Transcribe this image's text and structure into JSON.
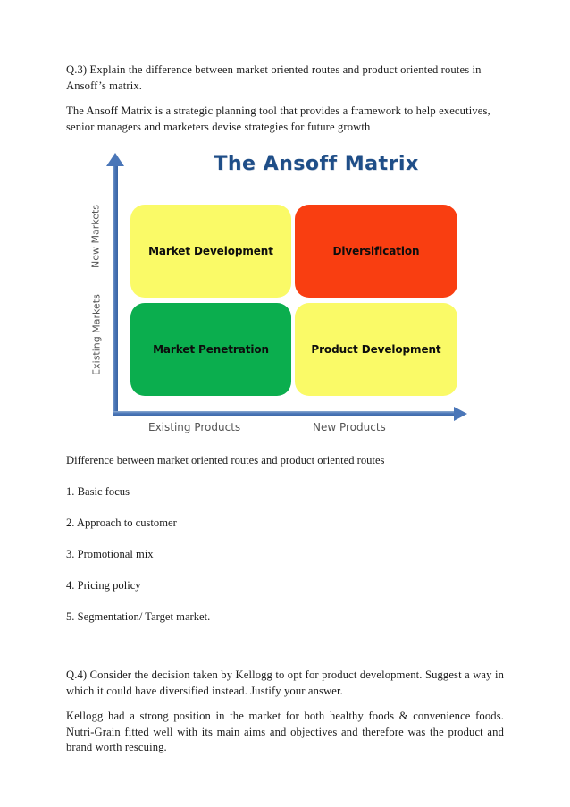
{
  "document": {
    "paragraphs": {
      "q3": "Q.3) Explain the difference between market oriented routes and product oriented routes in Ansoff’s matrix.",
      "intro": "The Ansoff Matrix is a strategic planning tool that provides a framework to help executives, senior managers and marketers devise strategies for future growth",
      "difference_heading": "Difference between market oriented routes and product oriented routes",
      "q4": "Q.4) Consider the decision taken by Kellogg to opt for product development. Suggest a way in which it could have diversified instead. Justify your answer.",
      "answer": "Kellogg had a strong position in the market for both healthy foods & convenience foods. Nutri-Grain fitted well with its main aims and objectives and therefore was the product and brand worth rescuing."
    },
    "numbered_list": [
      "1. Basic focus",
      "2. Approach to customer",
      "3. Promotional mix",
      "4. Pricing policy",
      "5. Segmentation/ Target market."
    ]
  },
  "chart_data": {
    "type": "table",
    "title": "The Ansoff Matrix",
    "xlabel": "",
    "ylabel": "",
    "x_categories": [
      "Existing Products",
      "New Products"
    ],
    "y_categories": [
      "Existing Markets",
      "New Markets"
    ],
    "grid": false,
    "legend": "none",
    "cells": [
      {
        "label": "Market Development",
        "x": "Existing Products",
        "y": "New Markets",
        "color": "#fafa67",
        "row": 0,
        "col": 0
      },
      {
        "label": "Diversification",
        "x": "New Products",
        "y": "New Markets",
        "color": "#f93e11",
        "row": 0,
        "col": 1
      },
      {
        "label": "Market Penetration",
        "x": "Existing Products",
        "y": "Existing Markets",
        "color": "#0bae4e",
        "row": 1,
        "col": 0
      },
      {
        "label": "Product Development",
        "x": "New Products",
        "y": "Existing Markets",
        "color": "#fafa67",
        "row": 1,
        "col": 1
      }
    ],
    "axis_color": "#4a76b8",
    "title_color": "#1f4e88"
  }
}
